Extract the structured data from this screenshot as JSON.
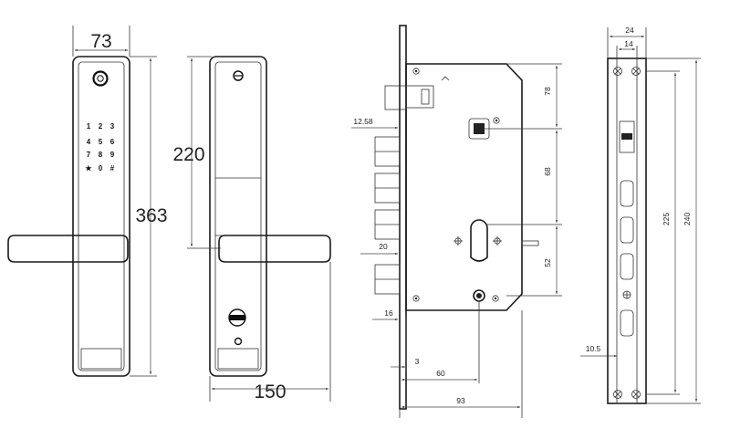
{
  "front_view": {
    "width_label": "73",
    "height_label": "363",
    "keypad": [
      "1",
      "2",
      "3",
      "4",
      "5",
      "6",
      "7",
      "8",
      "9",
      "★",
      "0",
      "#"
    ]
  },
  "back_view": {
    "handle_height_label": "220",
    "depth_label": "150"
  },
  "mortise_side": {
    "dims": {
      "d12_58": "12.58",
      "d20": "20",
      "d16": "16",
      "d3": "3",
      "d60": "60",
      "d93": "93",
      "d78": "78",
      "d68": "68",
      "d52": "52"
    }
  },
  "faceplate": {
    "dims": {
      "d24": "24",
      "d14": "14",
      "d225": "225",
      "d240": "240",
      "d10_5": "10.5"
    }
  }
}
